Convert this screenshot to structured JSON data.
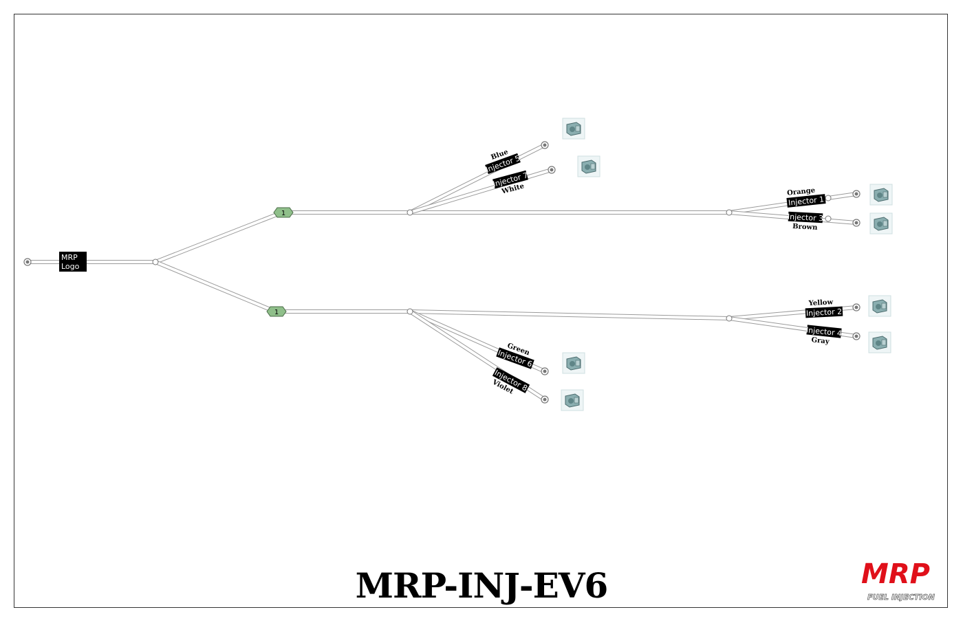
{
  "diagram": {
    "title": "MRP-INJ-EV6",
    "source_connector": {
      "line1": "MRP",
      "line2": "Logo"
    },
    "splice_labels": {
      "upper": "1",
      "lower": "1"
    },
    "injectors": [
      {
        "id": "inj5",
        "name": "Injector 5",
        "color_label": "Blue"
      },
      {
        "id": "inj7",
        "name": "Injector 7",
        "color_label": "White"
      },
      {
        "id": "inj1",
        "name": "Injector 1",
        "color_label": "Orange"
      },
      {
        "id": "inj3",
        "name": "Injector 3",
        "color_label": "Brown"
      },
      {
        "id": "inj2",
        "name": "Injector 2",
        "color_label": "Yellow"
      },
      {
        "id": "inj4",
        "name": "Injector 4",
        "color_label": "Gray"
      },
      {
        "id": "inj6",
        "name": "Injector 6",
        "color_label": "Green"
      },
      {
        "id": "inj8",
        "name": "Injector 8",
        "color_label": "Violet"
      }
    ],
    "colors": {
      "wire": "#9a9a9a",
      "splice": "#8fbf8a",
      "label_bg": "#000000",
      "connector": "#8aaeb0"
    },
    "logo": {
      "text": "MRP",
      "subtext": "FUEL INJECTION",
      "color": "#e0101a"
    }
  }
}
